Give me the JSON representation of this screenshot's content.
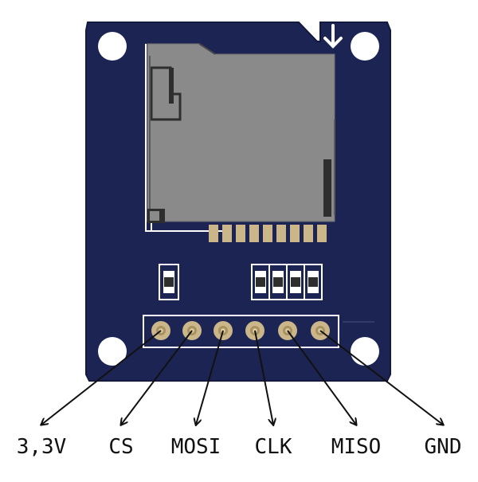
{
  "colors": {
    "board": "#1c2454",
    "board_edge": "#141a3f",
    "silk": "#ffffff",
    "slot_body": "#8a8a8a",
    "slot_dark": "#2e2e2e",
    "pad_gold": "#cbb68a",
    "arrow": "#111111"
  },
  "icons": {
    "insert_direction": "down-arrow-icon"
  },
  "pins": [
    {
      "id": "pin-1",
      "label": "3,3V"
    },
    {
      "id": "pin-2",
      "label": "CS"
    },
    {
      "id": "pin-3",
      "label": "MOSI"
    },
    {
      "id": "pin-4",
      "label": "CLK"
    },
    {
      "id": "pin-5",
      "label": "MISO"
    },
    {
      "id": "pin-6",
      "label": "GND"
    }
  ]
}
